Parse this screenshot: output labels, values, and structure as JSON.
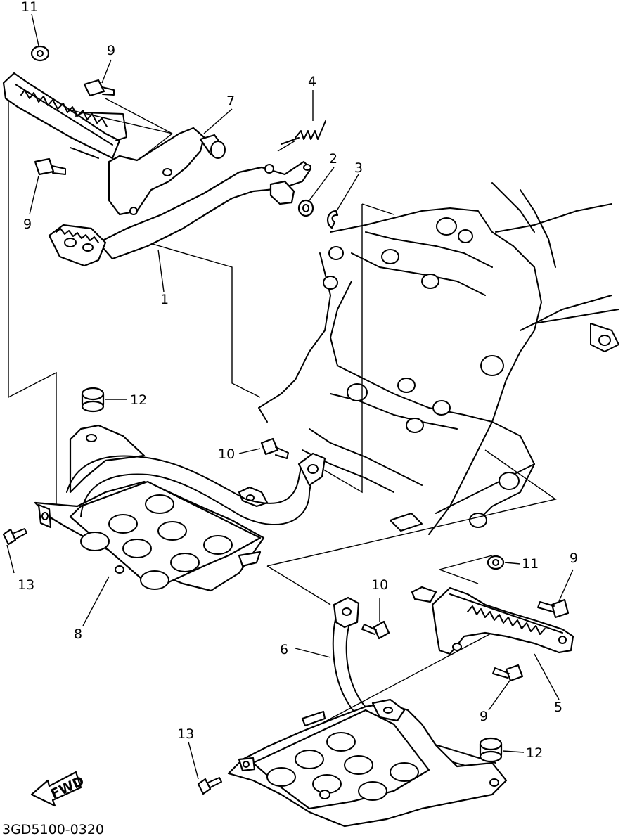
{
  "callouts": {
    "c1": "1",
    "c2": "2",
    "c3": "3",
    "c4": "4",
    "c5": "5",
    "c6": "6",
    "c7": "7",
    "c8": "8",
    "c9a": "9",
    "c9b": "9",
    "c9c": "9",
    "c9d": "9",
    "c10a": "10",
    "c10b": "10",
    "c11a": "11",
    "c11b": "11",
    "c12a": "12",
    "c12b": "12",
    "c13a": "13",
    "c13b": "13"
  },
  "direction_arrow": "FWD",
  "diagram_code": "3GD5100-0320"
}
